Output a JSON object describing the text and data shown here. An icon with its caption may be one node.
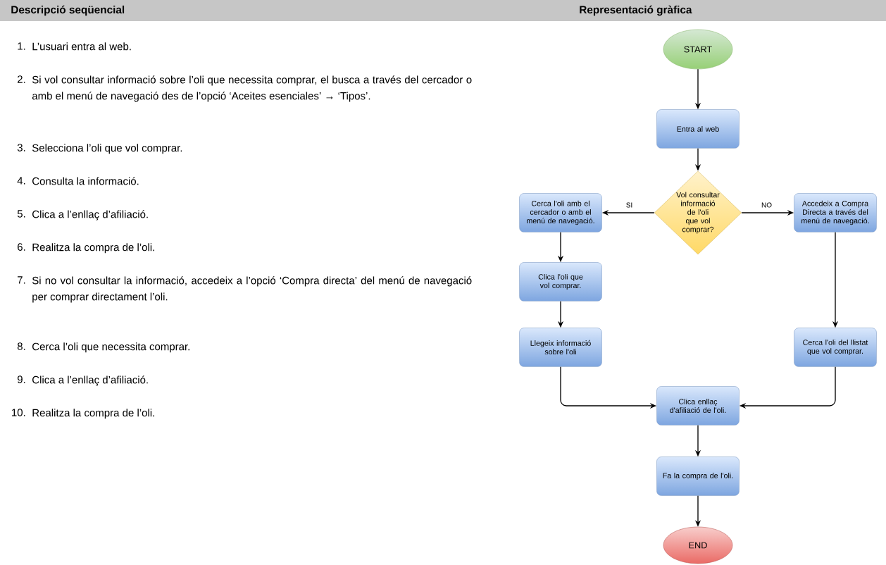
{
  "diagram": {
    "nodes": [
      {
        "text": [
          "START"
        ]
      },
      {
        "text": [
          "Entra al web"
        ]
      },
      {
        "text": [
          "Vol consultar informació de l'oli que vol comprar?"
        ]
      },
      {
        "text": [
          "Cerca l'oli amb el cercador o amb el menú de navegació."
        ]
      },
      {
        "text": [
          "Accedeix a Compra Directa a través del menú de navegació."
        ]
      },
      {
        "text": [
          "Clica l'oli que vol comprar."
        ]
      },
      {
        "text": [
          "Llegeix informació sobre l'oli"
        ]
      },
      {
        "text": [
          "Cerca l'oli del llistat que vol comprar."
        ]
      },
      {
        "text": [
          "Clica enllaç d'afiliació de l'oli."
        ]
      },
      {
        "text": [
          "Fa la compra de l'oli."
        ]
      },
      {
        "text": [
          "END"
        ]
      }
    ],
    "edges": [
      {
        "from": 0,
        "to": 1,
        "arrow": "to"
      },
      {
        "from": 1,
        "to": 2,
        "arrow": "to"
      },
      {
        "from": 2,
        "to": 3,
        "label": "SI",
        "arrow": "to"
      },
      {
        "from": 2,
        "to": 4,
        "label": "NO",
        "arrow": "to"
      },
      {
        "from": 3,
        "to": 5,
        "arrow": "to"
      },
      {
        "from": 5,
        "to": 6,
        "arrow": "to"
      },
      {
        "from": 6,
        "to": 8,
        "arrow": "to"
      },
      {
        "from": 4,
        "to": 7,
        "arrow": "to"
      },
      {
        "from": 7,
        "to": 8,
        "arrow": "to"
      },
      {
        "from": 8,
        "to": 9,
        "arrow": "to"
      },
      {
        "from": 9,
        "to": 10,
        "arrow": "to"
      }
    ],
    "labels": [
      "Descripció seqüencial",
      "Representació gràfica",
      "1.",
      "L’usuari entra al web.",
      "2.",
      "Si vol consultar informació sobre l’oli que necessita comprar, el busca a través del cercador o amb el menú de navegació des de l’opció ‘Aceites esenciales’ → ‘Tipos’.",
      "3.",
      "Selecciona l’oli que vol comprar.",
      "4.",
      "Consulta la informació.",
      "5.",
      "Clica a l’enllaç d’afiliació.",
      "6.",
      "Realitza la compra de l’oli.",
      "7.",
      "Si no vol consultar la informació, accedeix a l’opció ‘Compra directa’ del menú de navegació per comprar directament l’oli.",
      "8.",
      "Cerca l’oli que necessita comprar.",
      "9.",
      "Clica a l’enllaç d’afiliació.",
      "10.",
      "Realitza la compra de l’oli."
    ]
  }
}
